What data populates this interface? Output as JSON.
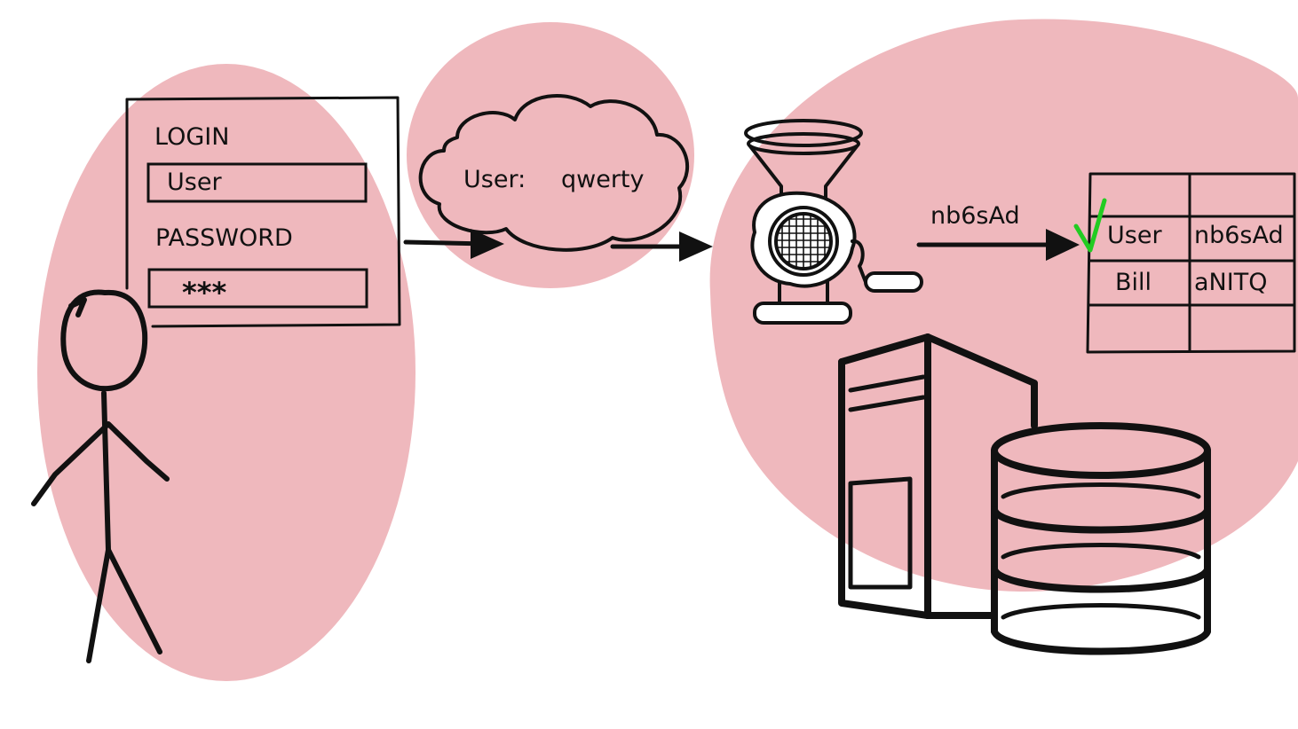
{
  "login_form": {
    "login_label": "LOGIN",
    "user_value": "User",
    "password_label": "PASSWORD",
    "password_value": "***"
  },
  "cloud": {
    "label": "User:",
    "value": "qwerty"
  },
  "hash_output": "nb6sAd",
  "table": {
    "rows": [
      {
        "name": "",
        "hash": ""
      },
      {
        "name": "User",
        "hash": "nb6sAd",
        "matched": true
      },
      {
        "name": "Bill",
        "hash": "aNITQ"
      },
      {
        "name": "",
        "hash": ""
      }
    ]
  },
  "colors": {
    "blob": "#efb8bd",
    "ink": "#111111",
    "check": "#22cc22"
  },
  "icons": [
    "stick-figure-icon",
    "cloud-icon",
    "meat-grinder-icon",
    "server-tower-icon",
    "database-icon",
    "check-icon"
  ]
}
